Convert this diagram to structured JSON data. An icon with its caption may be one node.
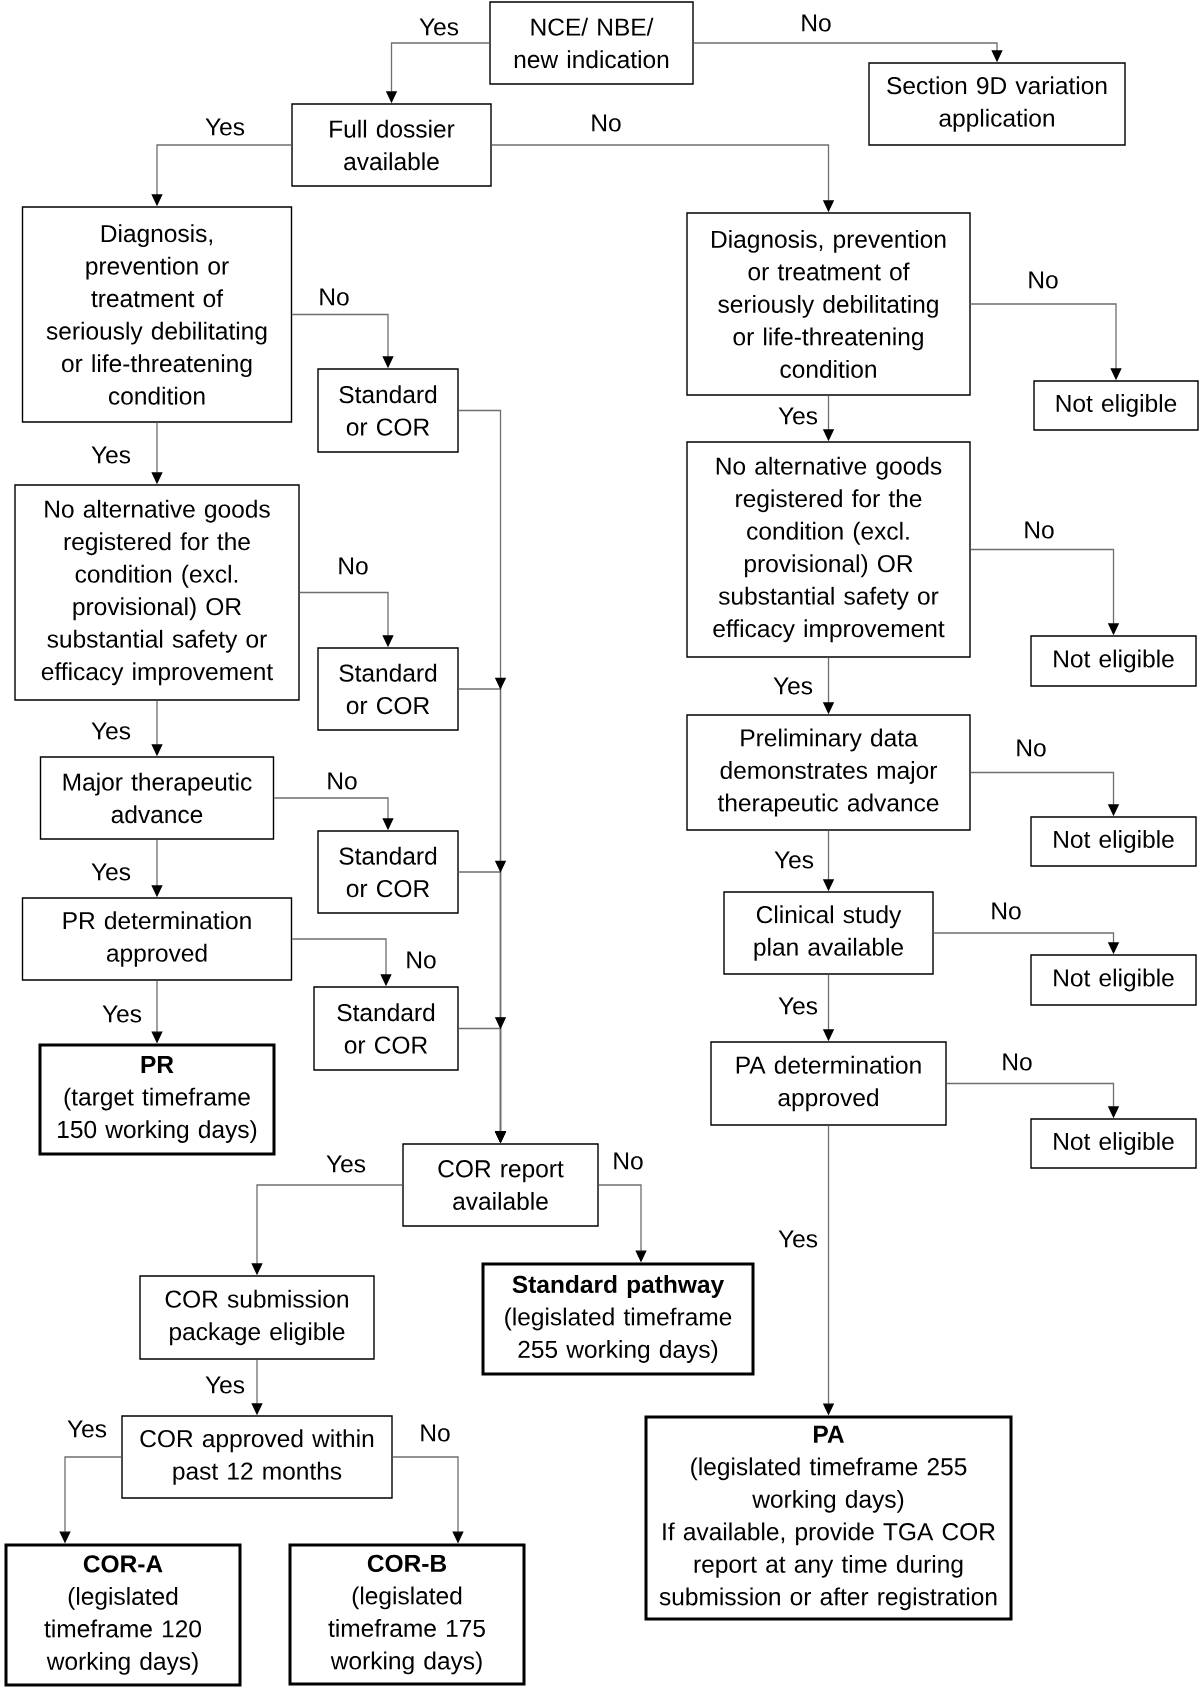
{
  "diagram": {
    "nodes": [
      {
        "text": [
          "NCE/ NBE/ new indication"
        ]
      },
      {
        "text": [
          "Section 9D variation application"
        ]
      },
      {
        "text": [
          "Full dossier available"
        ]
      },
      {
        "text": [
          "Diagnosis, prevention or treatment of seriously debilitating or life-threatening condition"
        ]
      },
      {
        "text": [
          "Diagnosis, prevention or treatment of seriously debilitating or life-threatening condition"
        ]
      },
      {
        "text": [
          "Standard or COR"
        ]
      },
      {
        "text": [
          "Not eligible"
        ]
      },
      {
        "text": [
          "No alternative goods registered for the condition (excl. provisional) OR substantial safety or efficacy improvement"
        ]
      },
      {
        "text": [
          "No alternative goods registered for the condition (excl. provisional) OR substantial safety or efficacy improvement"
        ]
      },
      {
        "text": [
          "Standard or COR"
        ]
      },
      {
        "text": [
          "Not eligible"
        ]
      },
      {
        "text": [
          "Major therapeutic advance"
        ]
      },
      {
        "text": [
          "Preliminary data demonstrates major therapeutic advance"
        ]
      },
      {
        "text": [
          "Standard or COR"
        ]
      },
      {
        "text": [
          "Not eligible"
        ]
      },
      {
        "text": [
          "PR determination approved"
        ]
      },
      {
        "text": [
          "Clinical study plan available"
        ]
      },
      {
        "text": [
          "Standard or COR"
        ]
      },
      {
        "text": [
          "Not eligible"
        ]
      },
      {
        "text": [
          "PR",
          "(target timeframe 150 working days)"
        ]
      },
      {
        "text": [
          "PA determination approved"
        ]
      },
      {
        "text": [
          "Not eligible"
        ]
      },
      {
        "text": [
          "COR report available"
        ]
      },
      {
        "text": [
          "COR submission package eligible"
        ]
      },
      {
        "text": [
          "Standard pathway",
          "(legislated timeframe 255 working days)"
        ]
      },
      {
        "text": [
          "PA",
          "(legislated timeframe 255 working days)",
          "If available, provide TGA COR report at any time during submission or after registration"
        ]
      },
      {
        "text": [
          "COR approved within past 12 months"
        ]
      },
      {
        "text": [
          "COR-A",
          "(legislated timeframe 120 working days)"
        ]
      },
      {
        "text": [
          "COR-B",
          "(legislated timeframe 175 working days)"
        ]
      }
    ],
    "edges": [
      {
        "from": 0,
        "to": 2,
        "arrow": "to",
        "label": "Yes"
      },
      {
        "from": 0,
        "to": 1,
        "arrow": "to",
        "label": "No"
      },
      {
        "from": 2,
        "to": 3,
        "arrow": "to",
        "label": "Yes"
      },
      {
        "from": 2,
        "to": 4,
        "arrow": "to",
        "label": "No"
      },
      {
        "from": 3,
        "to": 5,
        "arrow": "to",
        "label": "No"
      },
      {
        "from": 3,
        "to": 7,
        "arrow": "to",
        "label": "Yes"
      },
      {
        "from": 4,
        "to": 6,
        "arrow": "to",
        "label": "No"
      },
      {
        "from": 4,
        "to": 8,
        "arrow": "to",
        "label": "Yes"
      },
      {
        "from": 7,
        "to": 9,
        "arrow": "to",
        "label": "No"
      },
      {
        "from": 7,
        "to": 11,
        "arrow": "to",
        "label": "Yes"
      },
      {
        "from": 8,
        "to": 10,
        "arrow": "to",
        "label": "No"
      },
      {
        "from": 8,
        "to": 12,
        "arrow": "to",
        "label": "Yes"
      },
      {
        "from": 11,
        "to": 13,
        "arrow": "to",
        "label": "No"
      },
      {
        "from": 11,
        "to": 15,
        "arrow": "to",
        "label": "Yes"
      },
      {
        "from": 12,
        "to": 14,
        "arrow": "to",
        "label": "No"
      },
      {
        "from": 12,
        "to": 16,
        "arrow": "to",
        "label": "Yes"
      },
      {
        "from": 15,
        "to": 17,
        "arrow": "to",
        "label": "No"
      },
      {
        "from": 15,
        "to": 19,
        "arrow": "to",
        "label": "Yes"
      },
      {
        "from": 16,
        "to": 18,
        "arrow": "to",
        "label": "No"
      },
      {
        "from": 16,
        "to": 20,
        "arrow": "to",
        "label": "Yes"
      },
      {
        "from": 20,
        "to": 21,
        "arrow": "to",
        "label": "No"
      },
      {
        "from": 20,
        "to": 25,
        "arrow": "to",
        "label": "Yes"
      },
      {
        "from": 5,
        "to": 22,
        "arrow": "to"
      },
      {
        "from": 9,
        "to": 22,
        "arrow": "to"
      },
      {
        "from": 13,
        "to": 22,
        "arrow": "to"
      },
      {
        "from": 17,
        "to": 22,
        "arrow": "to"
      },
      {
        "from": 22,
        "to": 23,
        "arrow": "to",
        "label": "Yes"
      },
      {
        "from": 22,
        "to": 24,
        "arrow": "to",
        "label": "No"
      },
      {
        "from": 23,
        "to": 26,
        "arrow": "to",
        "label": "Yes"
      },
      {
        "from": 26,
        "to": 27,
        "arrow": "to",
        "label": "Yes"
      },
      {
        "from": 26,
        "to": 28,
        "arrow": "to",
        "label": "No"
      }
    ]
  }
}
